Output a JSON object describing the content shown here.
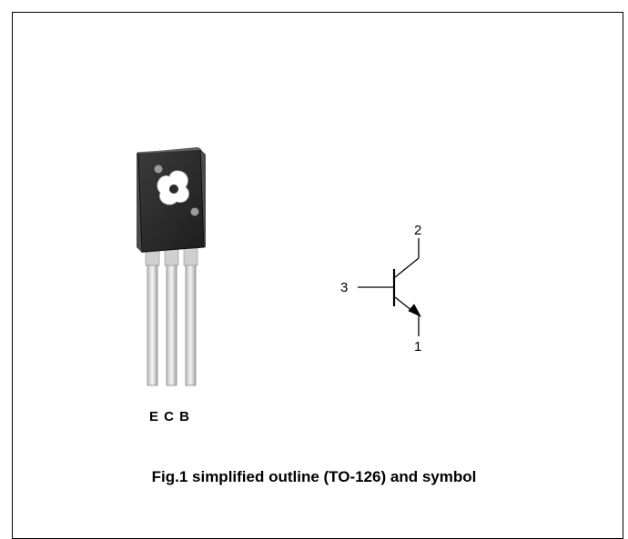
{
  "package": {
    "pin_labels": "E C B"
  },
  "symbol": {
    "pin_collector": "2",
    "pin_base": "3",
    "pin_emitter": "1"
  },
  "caption": "Fig.1 simplified outline (TO-126) and symbol",
  "colors": {
    "package_body": "#2e2e2e",
    "lead": "#dcdcdc",
    "line": "#000000"
  }
}
